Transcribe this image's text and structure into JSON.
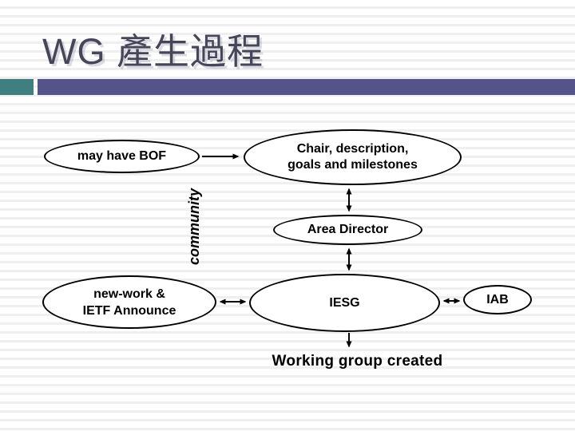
{
  "slide": {
    "title": "WG 產生過程",
    "colors": {
      "title_text": "#46465A",
      "accent_square_teal": "#3F7F7F",
      "accent_bar_purple": "#54548A",
      "background_stripe": "#EFEFEF",
      "diagram_ink": "#000000"
    }
  },
  "diagram": {
    "nodes": {
      "bof": {
        "label": "may have BOF"
      },
      "chair": {
        "lines": [
          "Chair, description,",
          "goals and milestones"
        ]
      },
      "area_director": {
        "label": "Area Director"
      },
      "new_work": {
        "lines": [
          "new-work &",
          "IETF Announce"
        ]
      },
      "iesg": {
        "label": "IESG"
      },
      "iab": {
        "label": "IAB"
      }
    },
    "community_label": "community",
    "result_caption": "Working group created",
    "arrows": [
      {
        "name": "bof-to-chair",
        "from": "may have BOF",
        "to": "Chair, description, goals and milestones",
        "heads": "single"
      },
      {
        "name": "chair-area-director",
        "from": "Chair, description, goals and milestones",
        "to": "Area Director",
        "heads": "double"
      },
      {
        "name": "area-director-iesg",
        "from": "Area Director",
        "to": "IESG",
        "heads": "double"
      },
      {
        "name": "new-work-iesg",
        "from": "new-work & IETF Announce",
        "to": "IESG",
        "heads": "double"
      },
      {
        "name": "iesg-iab",
        "from": "IESG",
        "to": "IAB",
        "heads": "double"
      },
      {
        "name": "iesg-working-group-created",
        "from": "IESG",
        "to": "Working group created",
        "heads": "single"
      }
    ]
  }
}
